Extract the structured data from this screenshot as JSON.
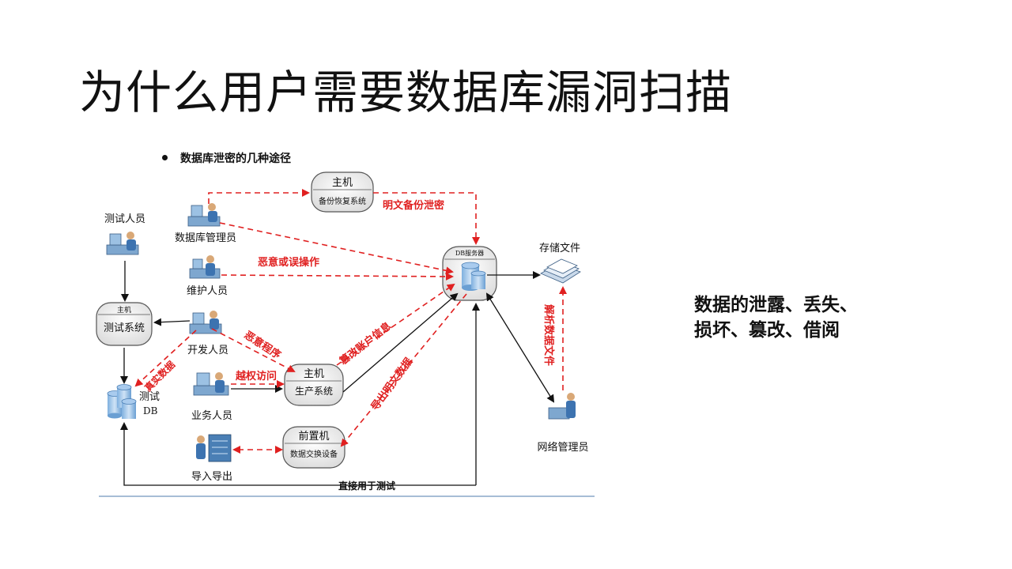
{
  "slide": {
    "title": "为什么用户需要数据库漏洞扫描",
    "side_note_line1": "数据的泄露、丢失、",
    "side_note_line2": "损坏、篡改、借阅"
  },
  "diagram": {
    "heading": "数据库泄密的几种途径",
    "roles": {
      "tester": "测试人员",
      "dba": "数据库管理员",
      "maintainer": "维护人员",
      "developer": "开发人员",
      "business": "业务人员",
      "import_export": "导入导出",
      "net_admin": "网络管理员",
      "storage": "存储文件"
    },
    "boxes": {
      "backup_host_top": "主机",
      "backup_host_bottom": "备份恢复系统",
      "test_host_top": "主机",
      "test_host_bottom": "测试系统",
      "prod_host_top": "主机",
      "prod_host_bottom": "生产系统",
      "frontend_top": "前置机",
      "frontend_bottom": "数据交换设备",
      "db_server": "DB服务器",
      "test_db_line1": "测试",
      "test_db_line2": "DB"
    },
    "edge_labels": {
      "backup_leak": "明文备份泄密",
      "malicious_op": "恶意或误操作",
      "malicious_prog": "恶意程序",
      "real_data": "真实数据",
      "priv_escalation": "越权访问",
      "tamper_account": "篡改账户信息",
      "export_plaintext": "导出明文数据",
      "parse_file": "解析数据文件",
      "direct_test": "直接用于测试"
    },
    "colors": {
      "red": "#e02020",
      "black": "#111111",
      "box_bg": "#f2f2f2"
    }
  }
}
